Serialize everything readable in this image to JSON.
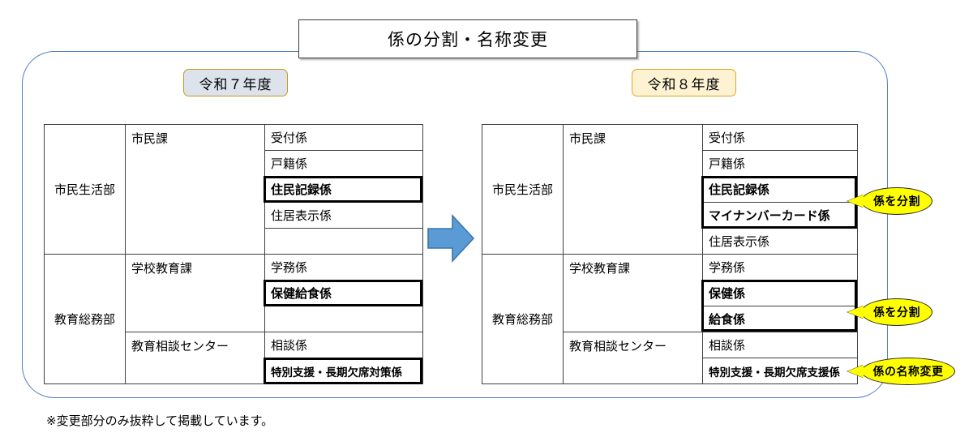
{
  "title": "係の分割・名称変更",
  "years": {
    "before_label": "令和７年度",
    "after_label": "令和８年度"
  },
  "arrow": {
    "icon": "right-arrow-icon",
    "color": "#5B9BD5",
    "stroke": "#3C76A8"
  },
  "colors": {
    "container_border": "#4F81BD",
    "title_border": "#3A3A3A",
    "year_before_fill": "#DCE3EC",
    "year_before_border": "#C8991D",
    "year_after_fill": "#FDF3D3",
    "year_after_border": "#E2A51B",
    "callout_fill": "#FFFF00",
    "callout_border": "#262626",
    "table_border": "#3F3F3F",
    "highlight_border": "#000000"
  },
  "before_table": {
    "rows": [
      {
        "dept": "市民生活部",
        "division": "市民課",
        "sections": [
          {
            "name": "受付係",
            "bold": false
          },
          {
            "name": "戸籍係",
            "bold": false
          },
          {
            "name": "住民記録係",
            "bold": true
          },
          {
            "name": "住居表示係",
            "bold": false
          },
          {
            "name": "",
            "bold": false
          }
        ]
      },
      {
        "dept": "教育総務部",
        "division": "学校教育課",
        "sections": [
          {
            "name": "学務係",
            "bold": false
          },
          {
            "name": "保健給食係",
            "bold": true
          },
          {
            "name": "",
            "bold": false
          }
        ]
      },
      {
        "dept": "",
        "division": "教育相談センター",
        "sections": [
          {
            "name": "相談係",
            "bold": false
          },
          {
            "name": "特別支援・長期欠席対策係",
            "bold": true
          }
        ]
      }
    ]
  },
  "after_table": {
    "rows": [
      {
        "dept": "市民生活部",
        "division": "市民課",
        "sections": [
          {
            "name": "受付係",
            "bold": false
          },
          {
            "name": "戸籍係",
            "bold": false
          },
          {
            "name": "住民記録係",
            "bold": true
          },
          {
            "name": "マイナンバーカード係",
            "bold": true
          },
          {
            "name": "住居表示係",
            "bold": false
          }
        ]
      },
      {
        "dept": "教育総務部",
        "division": "学校教育課",
        "sections": [
          {
            "name": "学務係",
            "bold": false
          },
          {
            "name": "保健係",
            "bold": true
          },
          {
            "name": "給食係",
            "bold": true
          }
        ]
      },
      {
        "dept": "",
        "division": "教育相談センター",
        "sections": [
          {
            "name": "相談係",
            "bold": false
          },
          {
            "name": "特別支援・長期欠席支援係",
            "bold": true
          }
        ]
      }
    ]
  },
  "callouts": [
    {
      "label": "係を分割"
    },
    {
      "label": "係を分割"
    },
    {
      "label": "係の名称変更"
    }
  ],
  "footnote": "※変更部分のみ抜粋して掲載しています。"
}
